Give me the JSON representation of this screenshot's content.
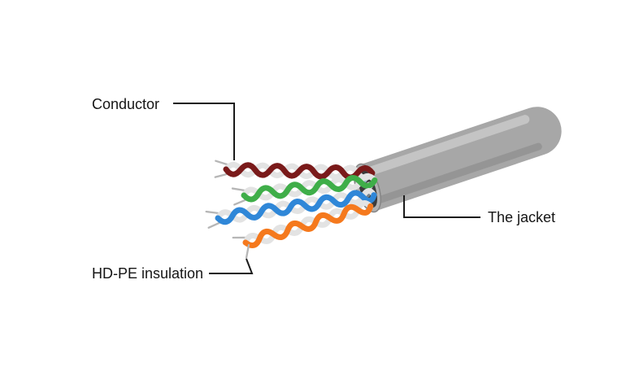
{
  "page": {
    "background": "#ffffff"
  },
  "diagram": {
    "type": "labeled-diagram",
    "subject": "UTP cable structure",
    "labels": {
      "conductor": "Conductor",
      "insulation": "HD-PE insulation",
      "jacket": "The jacket"
    },
    "colors": {
      "leader_line": "#1a1a1a",
      "label_text": "#151515",
      "jacket_body": "#a7a7a7",
      "jacket_highlight": "#c9c9c9",
      "jacket_shadow": "#8d8d8d",
      "jacket_rim": "#b2b2b2",
      "jacket_rim_edge": "#848484",
      "cut_face_inner": "#3c3c3c",
      "face_wire_blue": "#9db7c7",
      "face_wire_white": "#d8dde1",
      "face_wire_gray": "#78848d",
      "white_wire": "#e3e3e3",
      "conductor_tip": "#b6b6b6"
    },
    "wire_pairs": [
      {
        "name": "maroon-pair",
        "color": "#7a1a1a"
      },
      {
        "name": "green-pair",
        "color": "#3fae49"
      },
      {
        "name": "blue-pair",
        "color": "#2f87d8"
      },
      {
        "name": "orange-pair",
        "color": "#f5791d"
      }
    ]
  }
}
